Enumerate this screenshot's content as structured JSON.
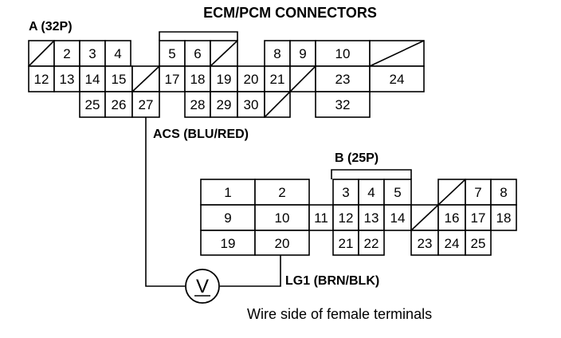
{
  "title": "ECM/PCM CONNECTORS",
  "connector_a": {
    "label": "A (32P)",
    "row1": [
      "",
      "2",
      "3",
      "4",
      "5",
      "6",
      "",
      "8",
      "9",
      "10",
      ""
    ],
    "row2": [
      "12",
      "13",
      "14",
      "15",
      "",
      "17",
      "18",
      "19",
      "20",
      "21",
      "",
      "23",
      "24"
    ],
    "row3": [
      "25",
      "26",
      "27",
      "28",
      "29",
      "30",
      "",
      "32"
    ]
  },
  "connector_b": {
    "label": "B (25P)",
    "row1": [
      "1",
      "2",
      "3",
      "4",
      "5",
      "",
      "7",
      "8"
    ],
    "row2": [
      "9",
      "10",
      "11",
      "12",
      "13",
      "14",
      "",
      "16",
      "17",
      "18"
    ],
    "row3": [
      "19",
      "20",
      "21",
      "22",
      "23",
      "24",
      "25"
    ]
  },
  "wire_acs": "ACS (BLU/RED)",
  "wire_lg1": "LG1 (BRN/BLK)",
  "meter_symbol": "V",
  "caption": "Wire side of female terminals"
}
